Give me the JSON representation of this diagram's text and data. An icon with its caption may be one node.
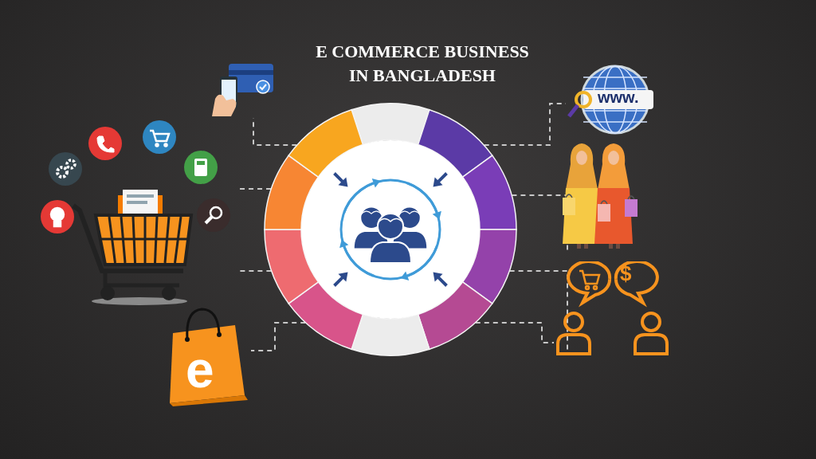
{
  "diagram": {
    "title": "E COMMERCE BUSINESS IN BANGLADESH",
    "nodes": [
      {
        "text": [],
        "shape": "picture"
      },
      {
        "text": [],
        "shape": "picture"
      },
      {
        "text": [],
        "shape": "picture"
      },
      {
        "text": [
          "e"
        ]
      },
      {
        "text": [
          "www."
        ]
      },
      {
        "text": [],
        "shape": "picture"
      },
      {
        "text": [
          "$"
        ]
      }
    ],
    "edges": [
      {
        "from": 0,
        "to": 1,
        "arrow": "none",
        "style": "dashed"
      },
      {
        "from": 0,
        "to": 2,
        "arrow": "none",
        "style": "dashed"
      },
      {
        "from": 0,
        "to": 2,
        "arrow": "none",
        "style": "dashed"
      },
      {
        "from": 0,
        "to": 3,
        "arrow": "none",
        "style": "dashed"
      },
      {
        "from": 0,
        "to": 4,
        "arrow": "none",
        "style": "dashed"
      },
      {
        "from": 0,
        "to": 5,
        "arrow": "none",
        "style": "dashed"
      },
      {
        "from": 0,
        "to": 6,
        "arrow": "none",
        "style": "dashed"
      },
      {
        "from": 0,
        "to": 6,
        "arrow": "none",
        "style": "dashed"
      }
    ]
  }
}
